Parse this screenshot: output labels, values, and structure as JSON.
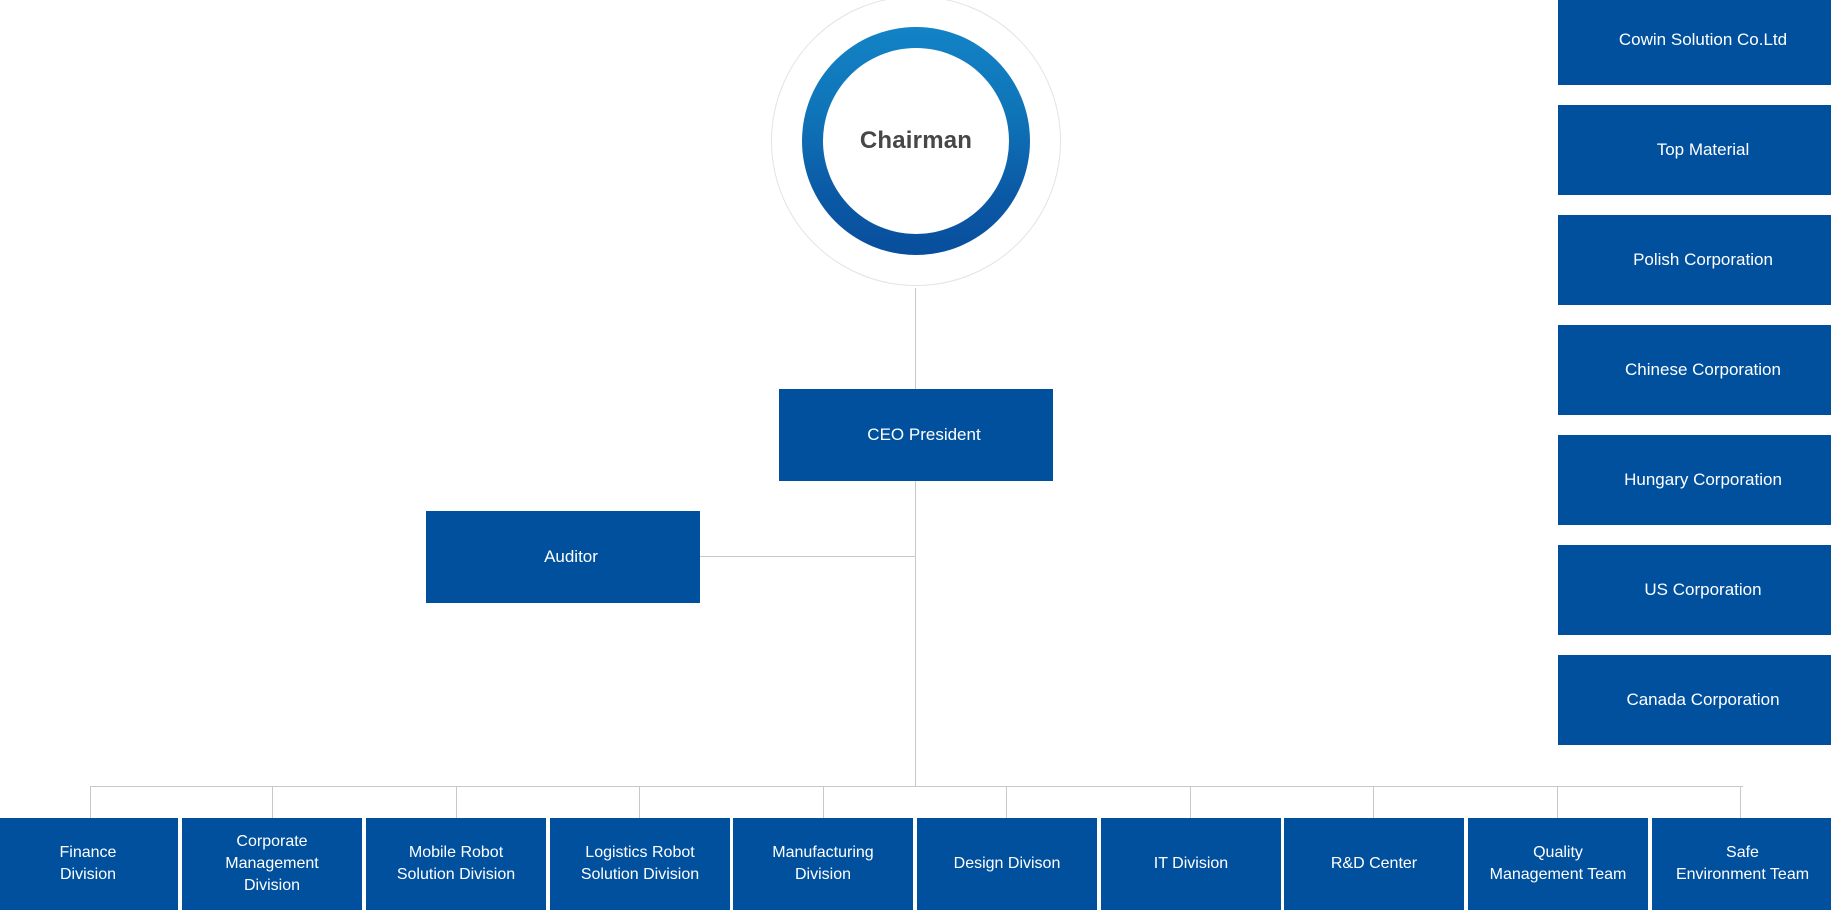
{
  "colors": {
    "box_blue": "#00509d",
    "ring_top": "#1383c6",
    "ring_bottom": "#084e9c",
    "line_gray": "#c8c8c8",
    "chairman_text": "#474747"
  },
  "chairman": {
    "label": "Chairman"
  },
  "executive": {
    "ceo": "CEO President",
    "auditor": "Auditor"
  },
  "affiliates": [
    {
      "label": "Cowin Solution Co.Ltd"
    },
    {
      "label": "Top Material"
    },
    {
      "label": "Polish Corporation"
    },
    {
      "label": "Chinese Corporation"
    },
    {
      "label": "Hungary Corporation"
    },
    {
      "label": "US Corporation"
    },
    {
      "label": "Canada Corporation"
    }
  ],
  "divisions": [
    {
      "label": "Finance\nDivision"
    },
    {
      "label": "Corporate\nManagement\nDivision"
    },
    {
      "label": "Mobile Robot\nSolution Division"
    },
    {
      "label": "Logistics Robot\nSolution Division"
    },
    {
      "label": "Manufacturing\nDivision"
    },
    {
      "label": "Design Divison"
    },
    {
      "label": "IT Division"
    },
    {
      "label": "R&D Center"
    },
    {
      "label": "Quality\nManagement Team"
    },
    {
      "label": "Safe\nEnvironment Team"
    }
  ]
}
